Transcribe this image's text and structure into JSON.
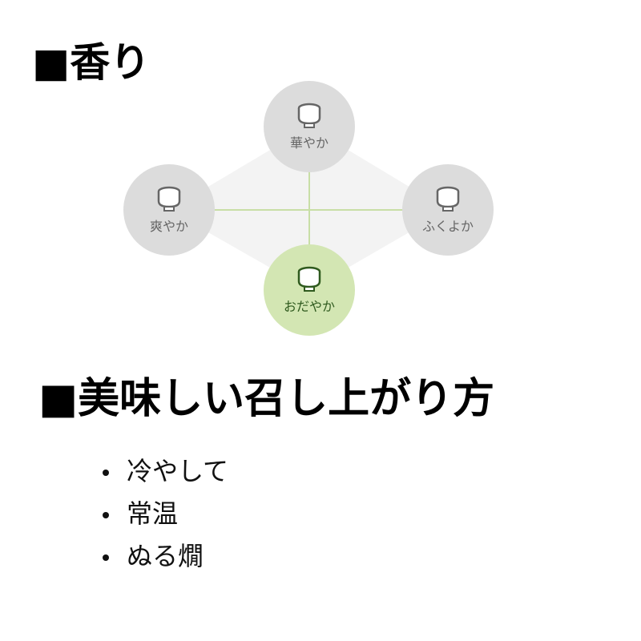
{
  "headings": {
    "aroma": "■香り",
    "serving": "■美味しい召し上がり方"
  },
  "aroma_chart": {
    "nodes": [
      {
        "label": "華やか",
        "active": false
      },
      {
        "label": "爽やか",
        "active": false
      },
      {
        "label": "ふくよか",
        "active": false
      },
      {
        "label": "おだやか",
        "active": true
      }
    ],
    "colors": {
      "inactive": "#dcdcdc",
      "active": "#d3e6b3",
      "line": "#c8dea6",
      "bg": "#f3f3f3"
    }
  },
  "serving_methods": [
    "冷やして",
    "常温",
    "ぬる燗"
  ]
}
